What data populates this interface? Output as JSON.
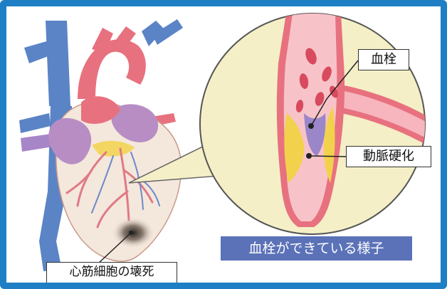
{
  "labels": {
    "thrombus": "血栓",
    "atherosclerosis": "動脈硬化",
    "necrosis": "心筋細胞の壊死",
    "caption": "血栓ができている様子"
  },
  "colors": {
    "frame": "#1f7fc4",
    "vein": "#5b84c6",
    "artery": "#e8717f",
    "heart_muscle": "#f4e7dc",
    "atrium": "#b88dc4",
    "magnify_bg": "#f4efc6",
    "plaque": "#f2d24c",
    "thrombus": "#9a86c8",
    "caption_bg": "#5b72b8"
  }
}
